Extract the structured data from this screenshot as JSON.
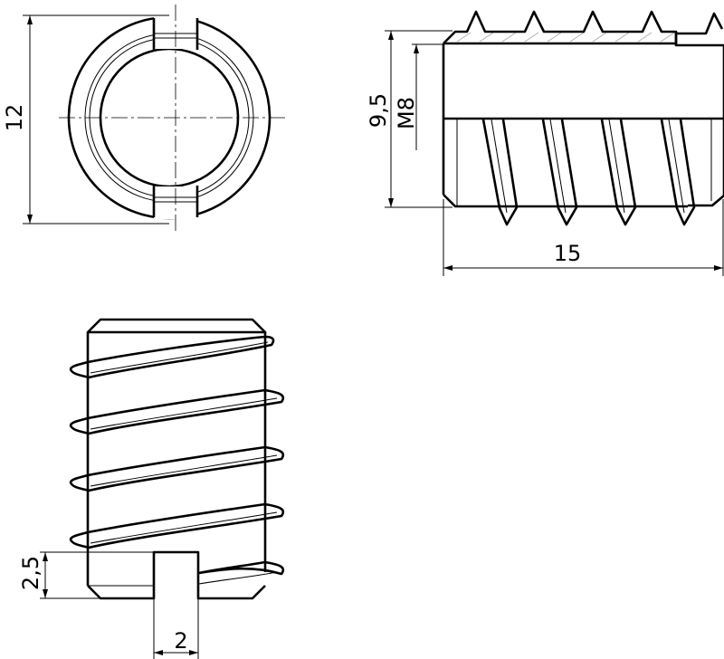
{
  "drawing": {
    "front_view": {
      "diameter_label": "12"
    },
    "side_view": {
      "outer_diameter_label": "9,5",
      "thread_label": "M8",
      "length_label": "15"
    },
    "iso_view": {
      "slot_depth_label": "2,5",
      "slot_width_label": "2"
    }
  },
  "colors": {
    "line": "#000000",
    "background": "#ffffff",
    "hatch": "#aaaaaa"
  }
}
